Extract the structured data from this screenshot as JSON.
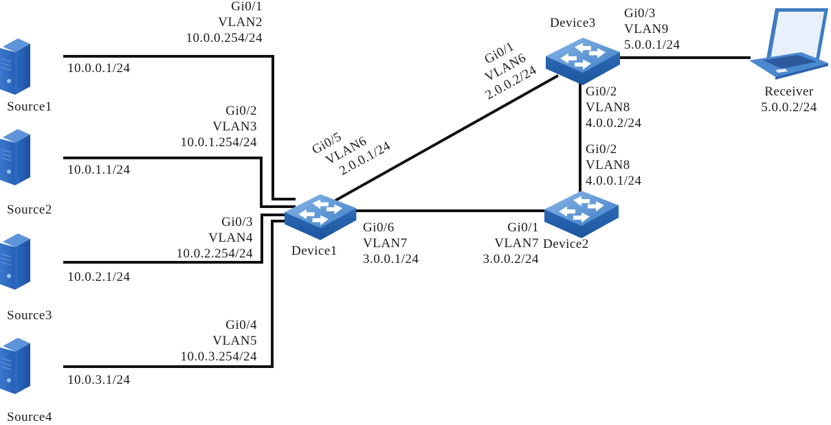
{
  "diagram": {
    "type": "network-topology",
    "colors": {
      "device_blue": "#3b7fc9",
      "device_dark": "#1f5fa8",
      "server_blue": "#2a62b8",
      "link": "#111111"
    },
    "nodes": {
      "source1": {
        "name": "Source1",
        "ip": "10.0.0.1/24",
        "icon": "server-icon"
      },
      "source2": {
        "name": "Source2",
        "ip": "10.0.1.1/24",
        "icon": "server-icon"
      },
      "source3": {
        "name": "Source3",
        "ip": "10.0.2.1/24",
        "icon": "server-icon"
      },
      "source4": {
        "name": "Source4",
        "ip": "10.0.3.1/24",
        "icon": "server-icon"
      },
      "device1": {
        "name": "Device1",
        "icon": "switch-icon"
      },
      "device2": {
        "name": "Device2",
        "icon": "switch-icon"
      },
      "device3": {
        "name": "Device3",
        "icon": "switch-icon"
      },
      "receiver": {
        "name": "Receiver",
        "ip": "5.0.0.2/24",
        "icon": "laptop-icon"
      }
    },
    "interfaces": {
      "d1_gi01": {
        "port": "Gi0/1",
        "vlan": "VLAN2",
        "ip": "10.0.0.254/24"
      },
      "d1_gi02": {
        "port": "Gi0/2",
        "vlan": "VLAN3",
        "ip": "10.0.1.254/24"
      },
      "d1_gi03": {
        "port": "Gi0/3",
        "vlan": "VLAN4",
        "ip": "10.0.2.254/24"
      },
      "d1_gi04": {
        "port": "Gi0/4",
        "vlan": "VLAN5",
        "ip": "10.0.3.254/24"
      },
      "d1_gi05": {
        "port": "Gi0/5",
        "vlan": "VLAN6",
        "ip": "2.0.0.1/24"
      },
      "d1_gi06": {
        "port": "Gi0/6",
        "vlan": "VLAN7",
        "ip": "3.0.0.1/24"
      },
      "d3_gi01": {
        "port": "Gi0/1",
        "vlan": "VLAN6",
        "ip": "2.0.0.2/24"
      },
      "d3_gi02": {
        "port": "Gi0/2",
        "vlan": "VLAN8",
        "ip": "4.0.0.2/24"
      },
      "d3_gi03": {
        "port": "Gi0/3",
        "vlan": "VLAN9",
        "ip": "5.0.0.1/24"
      },
      "d2_gi01": {
        "port": "Gi0/1",
        "vlan": "VLAN7",
        "ip": "3.0.0.2/24"
      },
      "d2_gi02": {
        "port": "Gi0/2",
        "vlan": "VLAN8",
        "ip": "4.0.0.1/24"
      }
    }
  }
}
